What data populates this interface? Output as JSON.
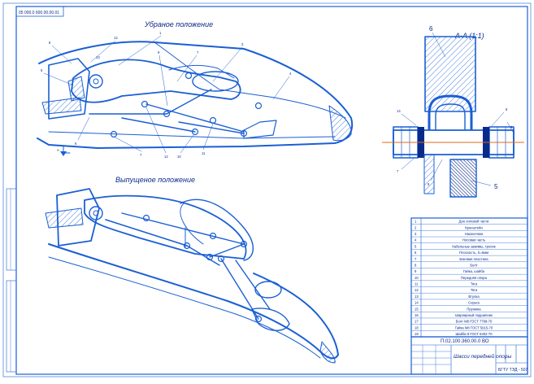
{
  "sheet": {
    "corner_code": "05 000.0 600.00.00.01",
    "view_retracted_title": "Убраное положение",
    "view_extended_title": "Выпущеное положение",
    "section_title": "A-A (1:1)",
    "section_mark": "A",
    "colors": {
      "line": "#1a5fd4",
      "ink": "#0a2a8a",
      "hatch": "#1a5fd4",
      "axis": "#e06a1a",
      "paper": "#ffffff"
    }
  },
  "callouts_top": [
    "8",
    "12",
    "1",
    "9",
    "7",
    "3",
    "4",
    "5",
    "6",
    "7",
    "12",
    "10",
    "11",
    "13"
  ],
  "callouts_section": [
    "6",
    "14",
    "8",
    "9",
    "7",
    "8",
    "5"
  ],
  "parts_table": {
    "rows": [
      {
        "n": "1",
        "name": "Дно силовой части"
      },
      {
        "n": "2",
        "name": "Кронштейн"
      },
      {
        "n": "3",
        "name": "Наконечник"
      },
      {
        "n": "4",
        "name": "Носовая часть"
      },
      {
        "n": "5",
        "name": "Кабельные зажимы, тросик"
      },
      {
        "n": "6",
        "name": "Плоскость, S=6мм"
      },
      {
        "n": "7",
        "name": "Боковая пластина"
      },
      {
        "n": "8",
        "name": "Болт"
      },
      {
        "n": "9",
        "name": "Гайка, шайба"
      },
      {
        "n": "10",
        "name": "Передняя опора"
      },
      {
        "n": "11",
        "name": "Тяга"
      },
      {
        "n": "12",
        "name": "Тяга"
      },
      {
        "n": "13",
        "name": "Втулка"
      },
      {
        "n": "14",
        "name": "Серьга"
      },
      {
        "n": "15",
        "name": "Пружина"
      },
      {
        "n": "16",
        "name": "Шарнирный подшипник"
      },
      {
        "n": "17",
        "name": "Болт М8 ГОСТ 7798-70"
      },
      {
        "n": "18",
        "name": "Гайка М8 ГОСТ 5915-70"
      },
      {
        "n": "19",
        "name": "Шайба 8 ГОСТ 6402-70"
      }
    ]
  },
  "title_block": {
    "code": "П.02.100.360.00.0 ВО",
    "caption": "Шасси передней опоры",
    "org": "БГТУ ТЭД - 507"
  }
}
